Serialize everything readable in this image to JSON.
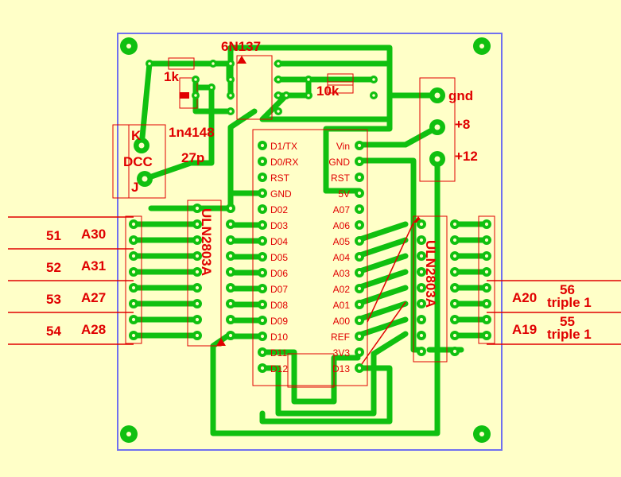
{
  "colors": {
    "background": "#ffffc8",
    "trace": "#10c010",
    "silkscreen": "#e00000",
    "outline": "#7070f0"
  },
  "components": {
    "optocoupler": "6N137",
    "resistor_1k": "1k",
    "resistor_10k": "10k",
    "diode": "1n4148",
    "capacitor": "27p",
    "driver_left": "ULN2803A",
    "driver_right": "ULN2803A"
  },
  "dcc": {
    "title": "DCC",
    "pin_k": "K",
    "pin_j": "J"
  },
  "power": {
    "gnd": "gnd",
    "p8": "+8",
    "p12": "+12"
  },
  "arduino_left_pins": [
    "D1/TX",
    "D0/RX",
    "RST",
    "GND",
    "D02",
    "D03",
    "D04",
    "D05",
    "D06",
    "D07",
    "D08",
    "D09",
    "D10",
    "D11",
    "D12"
  ],
  "arduino_right_pins": [
    "Vin",
    "GND",
    "RST",
    "5V",
    "A07",
    "A06",
    "A05",
    "A04",
    "A03",
    "A02",
    "A01",
    "A00",
    "REF",
    "3V3",
    "D13"
  ],
  "left_outputs": [
    {
      "num": "51",
      "addr": "A30"
    },
    {
      "num": "52",
      "addr": "A31"
    },
    {
      "num": "53",
      "addr": "A27"
    },
    {
      "num": "54",
      "addr": "A28"
    }
  ],
  "right_outputs": [
    {
      "addr": "A20",
      "num": "56",
      "note": "triple 1"
    },
    {
      "addr": "A19",
      "num": "55",
      "note": "triple 1"
    }
  ]
}
